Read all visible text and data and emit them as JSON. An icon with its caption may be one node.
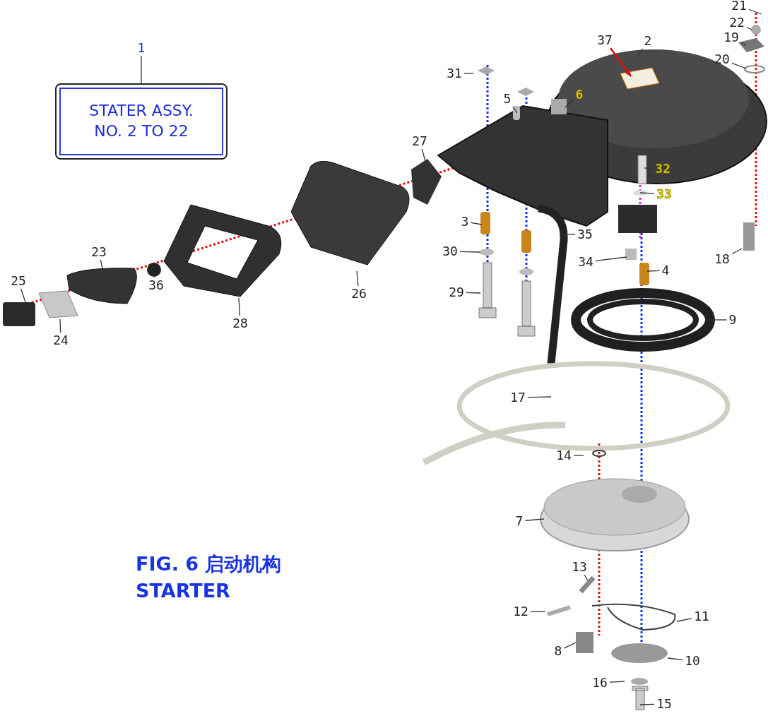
{
  "diagram": {
    "title": "FIG. 6 启动机构 STARTER",
    "nodes": [
      {
        "text": [
          "1"
        ]
      },
      {
        "text": [
          "STATER ASSY. NO. 2 TO 22"
        ]
      },
      {
        "text": [
          "21"
        ]
      },
      {
        "text": [
          "22"
        ]
      },
      {
        "text": [
          "2"
        ]
      },
      {
        "text": [
          "37"
        ]
      },
      {
        "text": [
          "19"
        ]
      },
      {
        "text": [
          "20"
        ]
      },
      {
        "text": [
          "31"
        ]
      },
      {
        "text": [
          "5"
        ]
      },
      {
        "text": [
          "6"
        ]
      },
      {
        "text": [
          "27"
        ]
      },
      {
        "text": [
          "32"
        ]
      },
      {
        "text": [
          "33"
        ]
      },
      {
        "text": [
          "3"
        ]
      },
      {
        "text": [
          "35"
        ]
      },
      {
        "text": [
          "30"
        ]
      },
      {
        "text": [
          "34"
        ]
      },
      {
        "text": [
          "4"
        ]
      },
      {
        "text": [
          "18"
        ]
      },
      {
        "text": [
          "23"
        ]
      },
      {
        "text": [
          "25"
        ]
      },
      {
        "text": [
          "36"
        ]
      },
      {
        "text": [
          "29"
        ]
      },
      {
        "text": [
          "26"
        ]
      },
      {
        "text": [
          "28"
        ]
      },
      {
        "text": [
          "9"
        ]
      },
      {
        "text": [
          "24"
        ]
      },
      {
        "text": [
          "17"
        ]
      },
      {
        "text": [
          "14"
        ]
      },
      {
        "text": [
          "7"
        ]
      },
      {
        "text": [
          "13"
        ]
      },
      {
        "text": [
          "12"
        ]
      },
      {
        "text": [
          "11"
        ]
      },
      {
        "text": [
          "8"
        ]
      },
      {
        "text": [
          "10"
        ]
      },
      {
        "text": [
          "16"
        ]
      },
      {
        "text": [
          "15"
        ]
      }
    ],
    "edges": [
      {
        "from": 0,
        "to": 1,
        "arrow": "none"
      },
      {
        "from": 2,
        "to": null,
        "arrow": "none"
      },
      {
        "from": 3,
        "to": null,
        "arrow": "none"
      },
      {
        "from": 4,
        "to": null,
        "arrow": "none"
      },
      {
        "from": 5,
        "to": null,
        "arrow": "to",
        "color": "#e01010"
      },
      {
        "from": 6,
        "to": null,
        "arrow": "none"
      },
      {
        "from": 7,
        "to": null,
        "arrow": "none"
      },
      {
        "from": 8,
        "to": null,
        "arrow": "none"
      },
      {
        "from": 9,
        "to": null,
        "arrow": "none"
      },
      {
        "from": 10,
        "to": null,
        "arrow": "none"
      },
      {
        "from": 11,
        "to": null,
        "arrow": "none"
      },
      {
        "from": 12,
        "to": null,
        "arrow": "none"
      },
      {
        "from": 13,
        "to": null,
        "arrow": "none"
      },
      {
        "from": 14,
        "to": null,
        "arrow": "none"
      },
      {
        "from": 15,
        "to": null,
        "arrow": "none"
      },
      {
        "from": 16,
        "to": null,
        "arrow": "none"
      },
      {
        "from": 17,
        "to": null,
        "arrow": "none"
      },
      {
        "from": 18,
        "to": null,
        "arrow": "none"
      },
      {
        "from": 19,
        "to": null,
        "arrow": "none"
      },
      {
        "from": 20,
        "to": null,
        "arrow": "none"
      },
      {
        "from": 21,
        "to": null,
        "arrow": "none"
      },
      {
        "from": 22,
        "to": null,
        "arrow": "none"
      },
      {
        "from": 23,
        "to": null,
        "arrow": "none"
      },
      {
        "from": 24,
        "to": null,
        "arrow": "none"
      },
      {
        "from": 25,
        "to": null,
        "arrow": "none"
      },
      {
        "from": 26,
        "to": null,
        "arrow": "none"
      },
      {
        "from": 27,
        "to": null,
        "arrow": "none"
      },
      {
        "from": 28,
        "to": null,
        "arrow": "none"
      },
      {
        "from": 29,
        "to": null,
        "arrow": "none"
      },
      {
        "from": 30,
        "to": null,
        "arrow": "none"
      },
      {
        "from": 31,
        "to": null,
        "arrow": "none"
      },
      {
        "from": 32,
        "to": null,
        "arrow": "none"
      },
      {
        "from": 33,
        "to": null,
        "arrow": "none"
      },
      {
        "from": 34,
        "to": null,
        "arrow": "none"
      },
      {
        "from": 35,
        "to": null,
        "arrow": "none"
      },
      {
        "from": 36,
        "to": null,
        "arrow": "none"
      },
      {
        "from": 37,
        "to": null,
        "arrow": "none"
      }
    ]
  }
}
